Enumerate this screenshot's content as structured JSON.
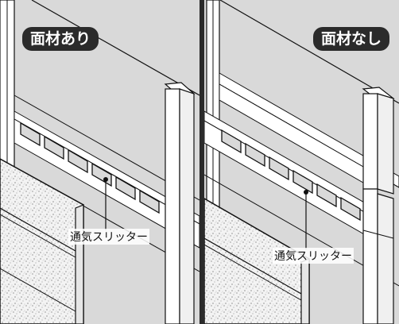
{
  "left_panel": {
    "badge": "面材あり",
    "callout": "通気スリッター"
  },
  "right_panel": {
    "badge": "面材なし",
    "callout": "通気スリッター"
  },
  "colors": {
    "wall_gray": "#d9d9d9",
    "board_speckle": "#f3f3f3",
    "line": "#111111",
    "badge_bg": "#2b2b2b",
    "badge_text": "#ffffff"
  }
}
